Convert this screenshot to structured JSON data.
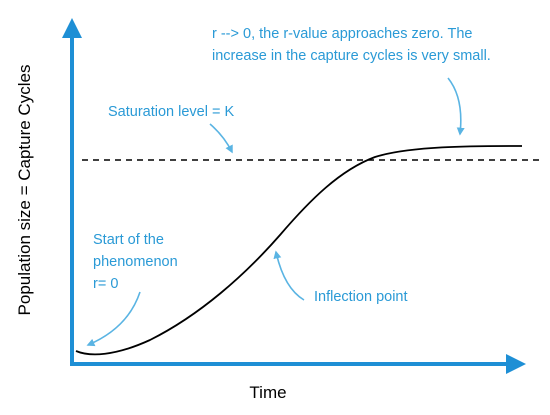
{
  "axes": {
    "x_label": "Time",
    "y_label": "Population size  =  Capture Cycles"
  },
  "annotations": {
    "r_zero_line1": "r --> 0, the r-value approaches zero. The",
    "r_zero_line2": "increase in the capture cycles is very small.",
    "saturation": "Saturation level = K",
    "start_line1": "Start of the",
    "start_line2": "phenomenon",
    "start_line3": "r= 0",
    "inflection": "Inflection point"
  },
  "colors": {
    "axis": "#1e8fd5",
    "annotation_text": "#2a9ad6",
    "arrow": "#5ab4e3",
    "curve": "#000000"
  }
}
